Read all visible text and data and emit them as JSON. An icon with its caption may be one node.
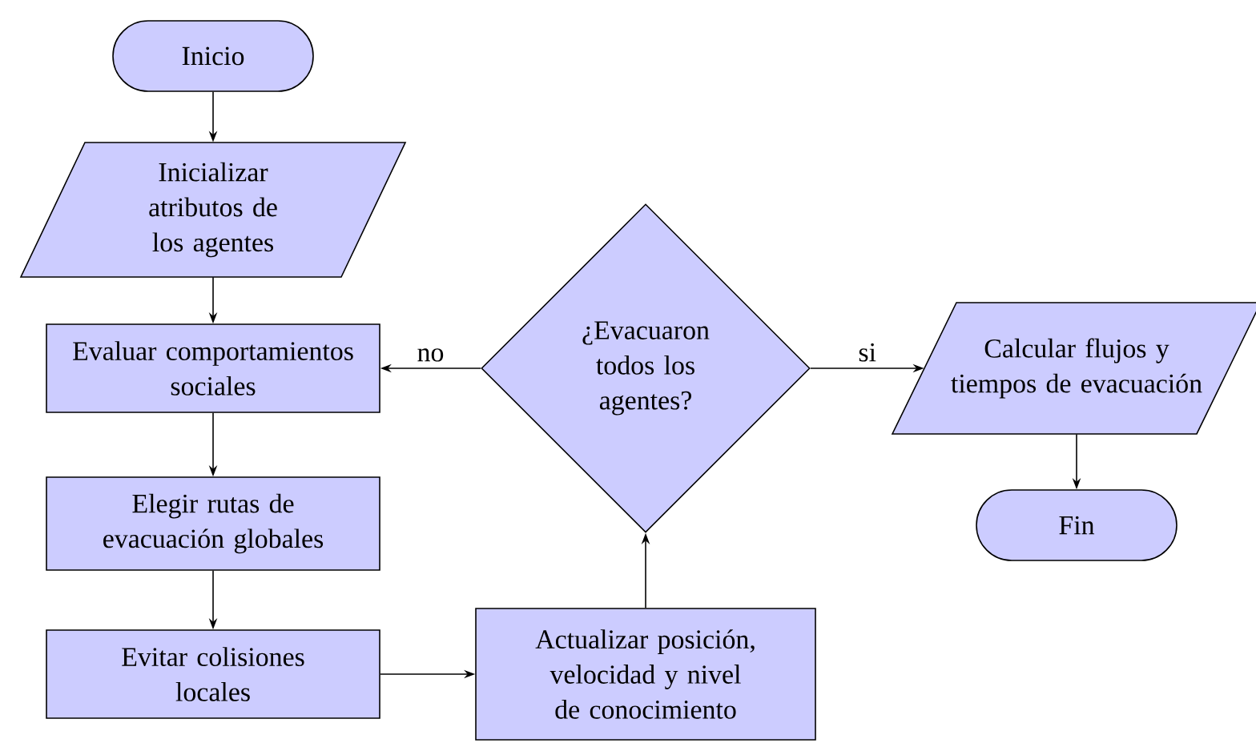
{
  "diagram": {
    "nodes": [
      {
        "text": [
          "Inicio"
        ]
      },
      {
        "text": [
          "Inicializar atributos de los agentes"
        ]
      },
      {
        "text": [
          "Evaluar comportamientos sociales"
        ]
      },
      {
        "text": [
          "Elegir rutas de evacuación globales"
        ]
      },
      {
        "text": [
          "Evitar colisiones locales"
        ]
      },
      {
        "text": [
          "Actualizar posición, velocidad y nivel de conocimiento"
        ]
      },
      {
        "text": [
          "¿Evacuaron todos los agentes?"
        ]
      },
      {
        "text": [
          "Calcular flujos y tiempos de evacuación"
        ]
      },
      {
        "text": [
          "Fin"
        ]
      }
    ],
    "edges": [
      {
        "from": 0,
        "to": 1,
        "arrow": "to"
      },
      {
        "from": 1,
        "to": 2,
        "arrow": "to"
      },
      {
        "from": 2,
        "to": 3,
        "arrow": "to"
      },
      {
        "from": 3,
        "to": 4,
        "arrow": "to"
      },
      {
        "from": 4,
        "to": 5,
        "arrow": "to"
      },
      {
        "from": 5,
        "to": 6,
        "arrow": "to"
      },
      {
        "from": 6,
        "to": 2,
        "arrow": "to",
        "label": "no"
      },
      {
        "from": 6,
        "to": 7,
        "arrow": "to",
        "label": "si"
      },
      {
        "from": 7,
        "to": 8,
        "arrow": "to"
      }
    ]
  }
}
